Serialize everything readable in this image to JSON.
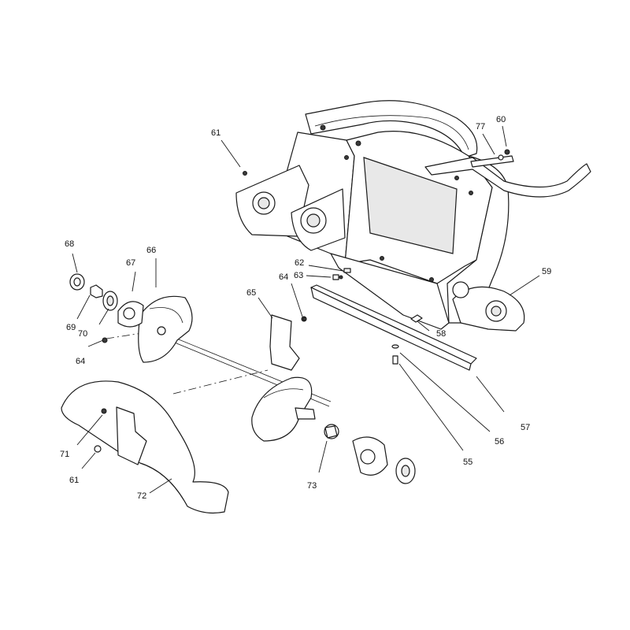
{
  "callouts": {
    "c55": "55",
    "c56": "56",
    "c57": "57",
    "c58": "58",
    "c59": "59",
    "c60": "60",
    "c61a": "61",
    "c61b": "61",
    "c62": "62",
    "c63": "63",
    "c64a": "64",
    "c64b": "64",
    "c65": "65",
    "c66": "66",
    "c67": "67",
    "c68": "68",
    "c69": "69",
    "c70": "70",
    "c71": "71",
    "c72": "72",
    "c73": "73",
    "c77": "77"
  },
  "colors": {
    "line": "#1a1a1a",
    "background": "#ffffff",
    "shade": "#e8e8e8"
  }
}
